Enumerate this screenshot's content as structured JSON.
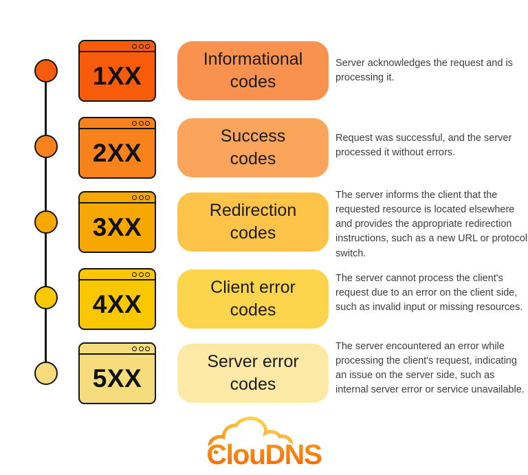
{
  "title_hidden": "HTTP status code classes",
  "rows": [
    {
      "code": "1XX",
      "label": "Informational\ncodes",
      "description": "Server acknowledges the request and is processing it.",
      "window_color": "#F85C0B",
      "pill_color": "#F9924F"
    },
    {
      "code": "2XX",
      "label": "Success\ncodes",
      "description": "Request was successful, and the server processed it without errors.",
      "window_color": "#F8821C",
      "pill_color": "#FBA45B"
    },
    {
      "code": "3XX",
      "label": "Redirection\ncodes",
      "description": "The server informs the client that the requested resource is located elsewhere and provides the appropriate redirection instructions, such as a new URL or protocol switch.",
      "window_color": "#F6A800",
      "pill_color": "#FDC449"
    },
    {
      "code": "4XX",
      "label": "Client error\ncodes",
      "description": "The server cannot process the client's request due to an error on the client side, such as invalid input or missing resources.",
      "window_color": "#F9C800",
      "pill_color": "#FDD54D"
    },
    {
      "code": "5XX",
      "label": "Server error\ncodes",
      "description": "The server encountered an error while processing the client's request, indicating an issue on the server side, such as internal server error or service unavailable.",
      "window_color": "#F7DC7D",
      "pill_color": "#FDE9A6"
    }
  ],
  "logo": {
    "text": "ClouDNS",
    "text_color_top": "#FA9C1B",
    "text_color_bottom": "#F1660B",
    "cloud_color_dark": "#F0730A",
    "cloud_color_light": "#FFD24D"
  },
  "colors": {
    "outline": "#141414",
    "description_text": "#3D3D3D",
    "background": "#FFFFFF"
  }
}
